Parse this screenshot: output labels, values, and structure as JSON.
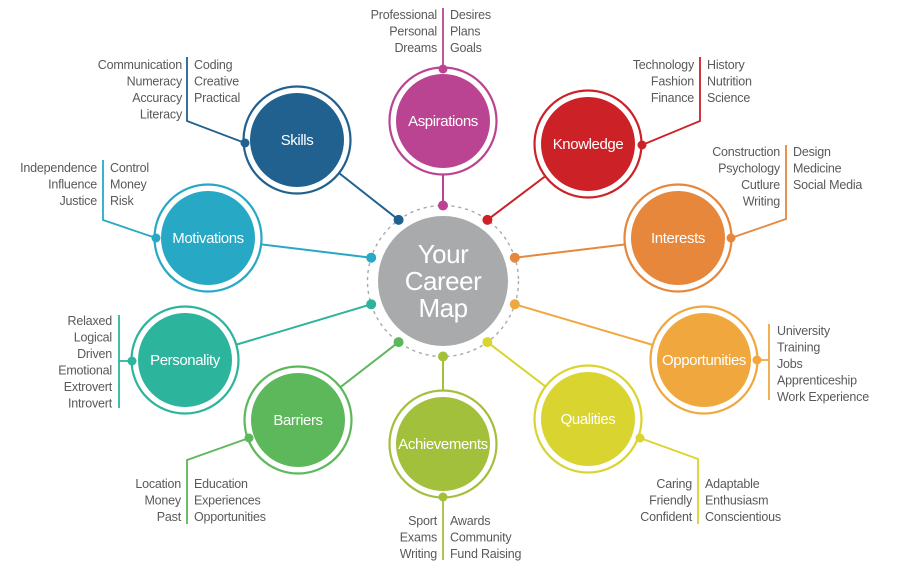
{
  "title": "Your Career Map",
  "text_color": "#58595b",
  "node_label_color": "#ffffff",
  "background": "#ffffff",
  "center": {
    "lines": [
      "Your",
      "Career",
      "Map"
    ],
    "fill": "#a8aaac",
    "ring_color": "#a8aaac",
    "text_color": "#ffffff"
  },
  "nodes": [
    {
      "id": "aspirations",
      "label": "Aspirations",
      "color": "#ba4492",
      "left_labels": [
        "Professional",
        "Personal",
        "Dreams"
      ],
      "right_labels": [
        "Desires",
        "Plans",
        "Goals"
      ]
    },
    {
      "id": "knowledge",
      "label": "Knowledge",
      "color": "#cc2127",
      "left_labels": [
        "Technology",
        "Fashion",
        "Finance"
      ],
      "right_labels": [
        "History",
        "Nutrition",
        "Science"
      ]
    },
    {
      "id": "interests",
      "label": "Interests",
      "color": "#e6873c",
      "left_labels": [
        "Construction",
        "Psychology",
        "Cutlure",
        "Writing"
      ],
      "right_labels": [
        "Design",
        "Medicine",
        "Social Media"
      ]
    },
    {
      "id": "opportunities",
      "label": "Opportunities",
      "color": "#f0a73e",
      "left_labels": [],
      "right_labels": [
        "University",
        "Training",
        "Jobs",
        "Apprenticeship",
        "Work Experience"
      ]
    },
    {
      "id": "qualities",
      "label": "Qualities",
      "color": "#d9d430",
      "left_labels": [
        "Caring",
        "Friendly",
        "Confident"
      ],
      "right_labels": [
        "Adaptable",
        "Enthusiasm",
        "Conscientious"
      ]
    },
    {
      "id": "achievements",
      "label": "Achievements",
      "color": "#a2c03c",
      "left_labels": [
        "Sport",
        "Exams",
        "Writing"
      ],
      "right_labels": [
        "Awards",
        "Community",
        "Fund Raising"
      ]
    },
    {
      "id": "barriers",
      "label": "Barriers",
      "color": "#5cb85a",
      "left_labels": [
        "Location",
        "Money",
        "Past"
      ],
      "right_labels": [
        "Education",
        "Experiences",
        "Opportunities"
      ]
    },
    {
      "id": "personality",
      "label": "Personality",
      "color": "#2cb49c",
      "left_labels": [
        "Relaxed",
        "Logical",
        "Driven",
        "Emotional",
        "Extrovert",
        "Introvert"
      ],
      "right_labels": []
    },
    {
      "id": "motivations",
      "label": "Motivations",
      "color": "#27a9c6",
      "left_labels": [
        "Independence",
        "Influence",
        "Justice"
      ],
      "right_labels": [
        "Control",
        "Money",
        "Risk"
      ]
    },
    {
      "id": "skills",
      "label": "Skills",
      "color": "#20618f",
      "left_labels": [
        "Communication",
        "Numeracy",
        "Accuracy",
        "Literacy"
      ],
      "right_labels": [
        "Coding",
        "Creative",
        "Practical"
      ]
    }
  ]
}
